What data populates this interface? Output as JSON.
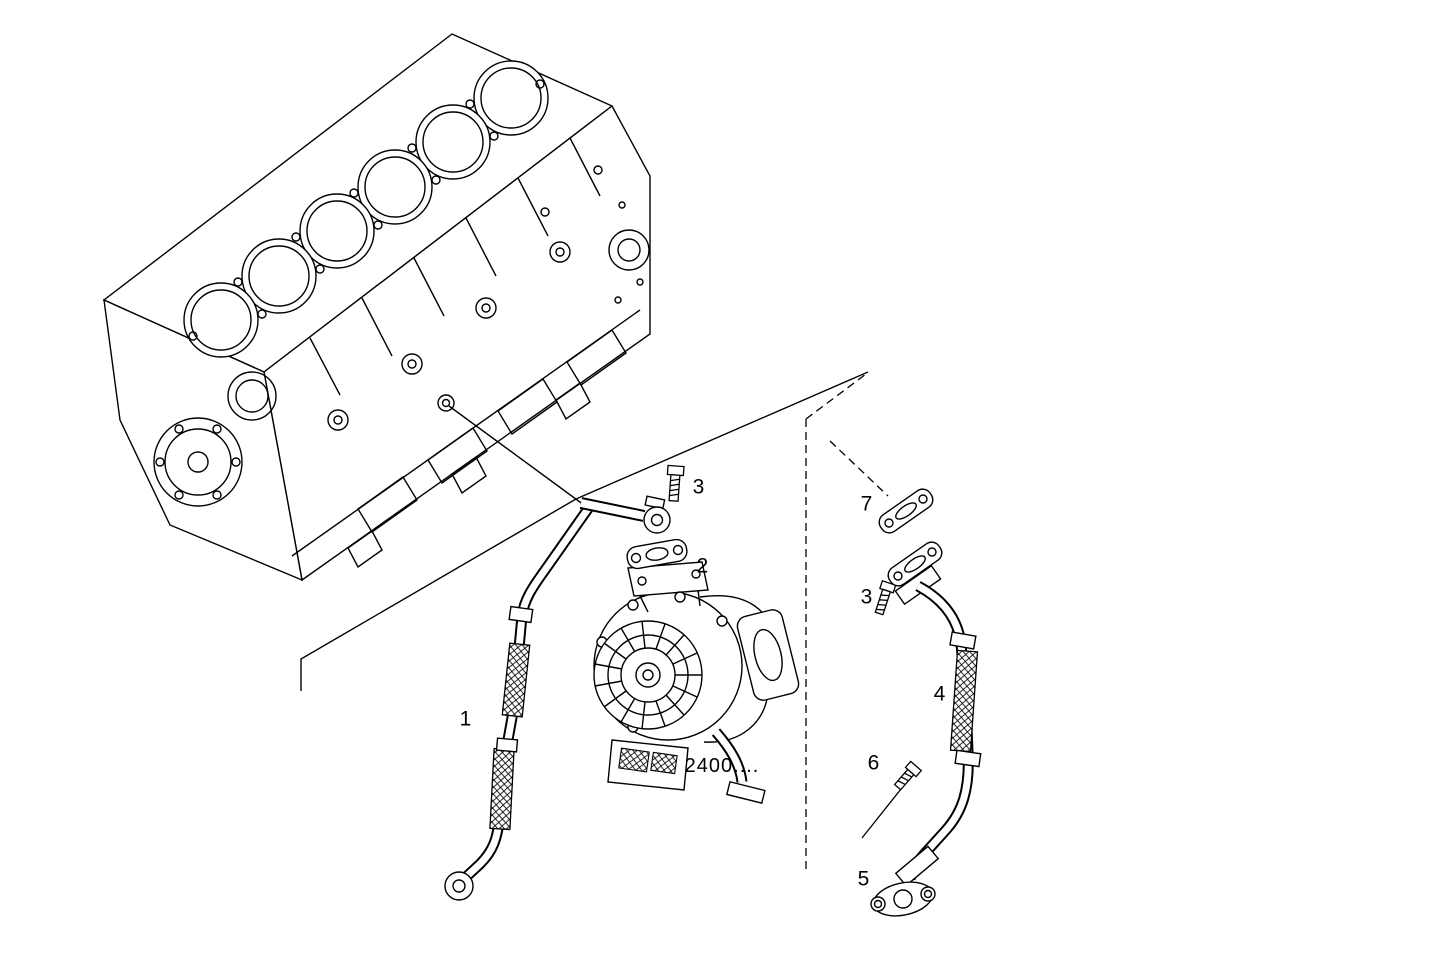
{
  "figure": {
    "background_color": "#ffffff",
    "line_color": "#000000",
    "callouts": {
      "part1": "1",
      "part2": "2",
      "part3_top": "3",
      "part3_side": "3",
      "part4": "4",
      "part5": "5",
      "part6": "6",
      "part7": "7"
    },
    "part_code": "2400...."
  }
}
